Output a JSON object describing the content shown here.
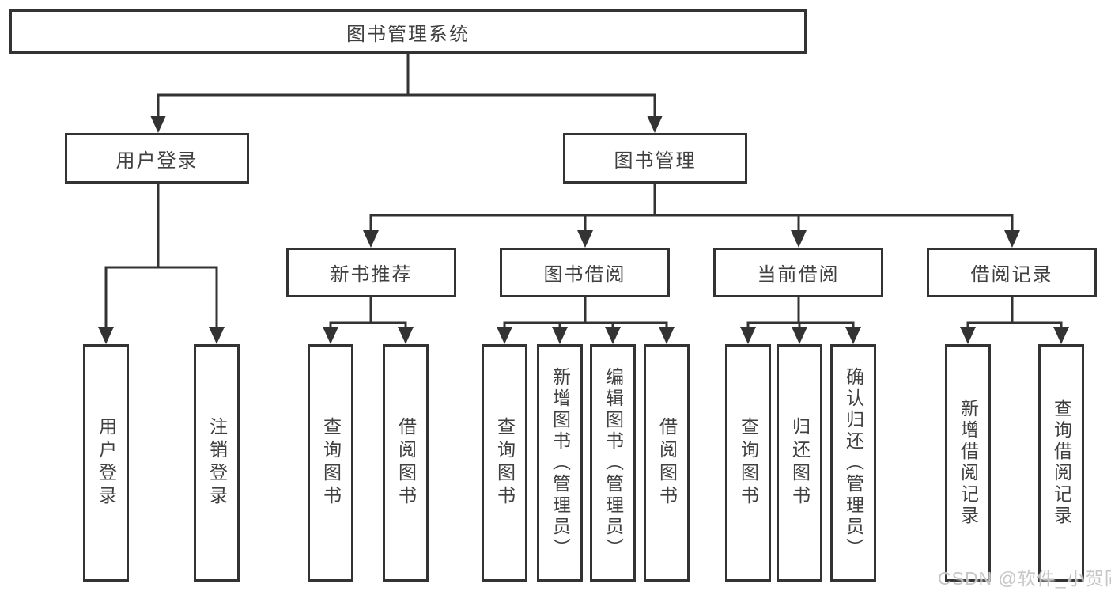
{
  "diagram": {
    "title": "图书管理系统",
    "user_login": {
      "label": "用户登录",
      "children": [
        {
          "label": "用户登录"
        },
        {
          "label": "注销登录"
        }
      ]
    },
    "book_mgmt": {
      "label": "图书管理",
      "groups": [
        {
          "label": "新书推荐",
          "children": [
            {
              "label": "查询图书"
            },
            {
              "label": "借阅图书"
            }
          ]
        },
        {
          "label": "图书借阅",
          "children": [
            {
              "label": "查询图书"
            },
            {
              "label": "新增图书（管理员）"
            },
            {
              "label": "编辑图书（管理员）"
            },
            {
              "label": "借阅图书"
            }
          ]
        },
        {
          "label": "当前借阅",
          "children": [
            {
              "label": "查询图书"
            },
            {
              "label": "归还图书"
            },
            {
              "label": "确认归还（管理员）"
            }
          ]
        },
        {
          "label": "借阅记录",
          "children": [
            {
              "label": "新增借阅记录"
            },
            {
              "label": "查询借阅记录"
            }
          ]
        }
      ]
    }
  },
  "watermark": "CSDN @软件_小贺同学",
  "colors": {
    "line": "#333333",
    "text": "#404040",
    "box_bg": "#ffffff",
    "watermark": "#c3c3c3"
  }
}
